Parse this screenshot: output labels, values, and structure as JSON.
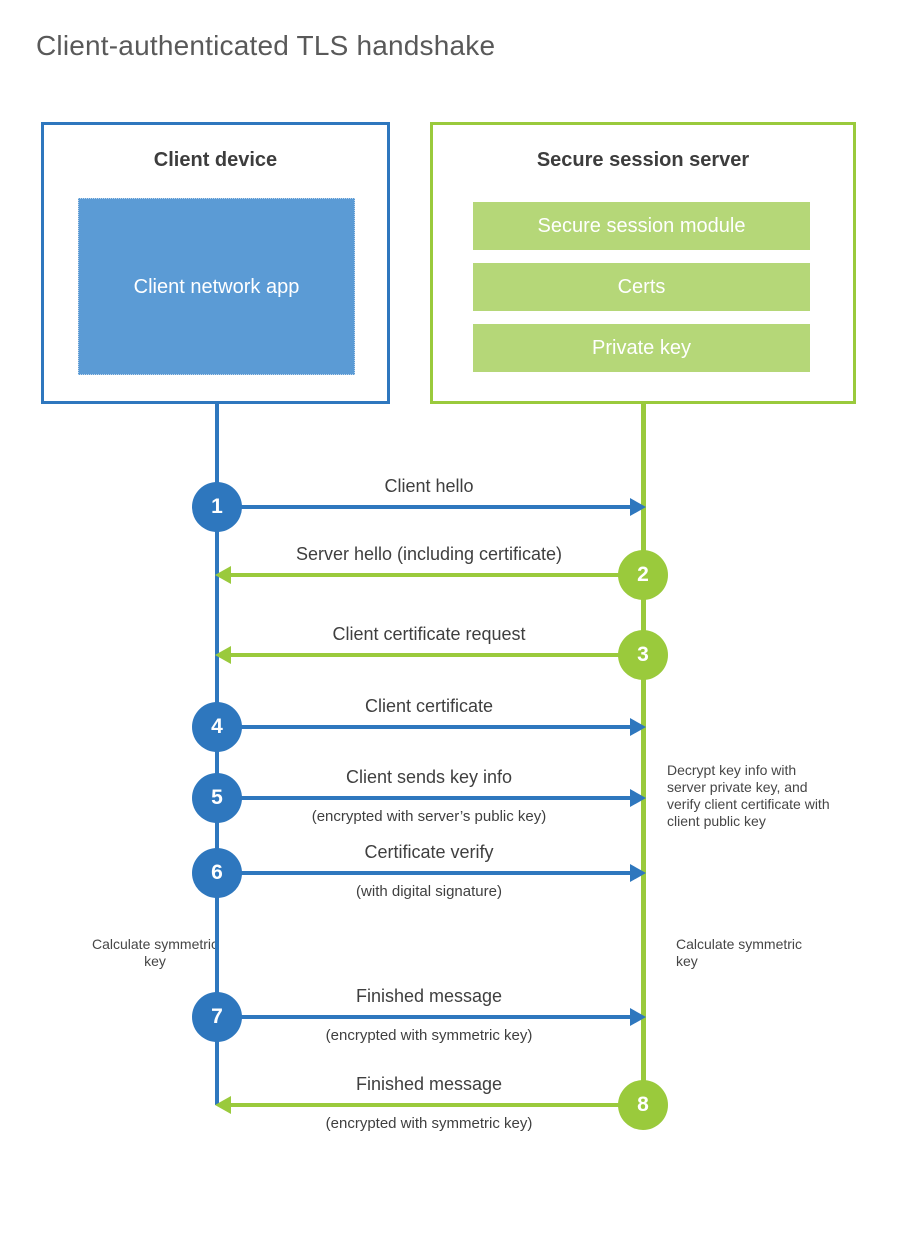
{
  "title": "Client-authenticated TLS handshake",
  "client": {
    "title": "Client device",
    "app_label": "Client network app"
  },
  "server": {
    "title": "Secure session server",
    "modules": [
      "Secure session module",
      "Certs",
      "Private key"
    ]
  },
  "steps": [
    {
      "num": "1",
      "dir": "right",
      "label": "Client hello",
      "sub": ""
    },
    {
      "num": "2",
      "dir": "left",
      "label": "Server hello (including certificate)",
      "sub": ""
    },
    {
      "num": "3",
      "dir": "left",
      "label": "Client certificate request",
      "sub": ""
    },
    {
      "num": "4",
      "dir": "right",
      "label": "Client certificate",
      "sub": ""
    },
    {
      "num": "5",
      "dir": "right",
      "label": "Client sends key info",
      "sub": "(encrypted with server’s public key)"
    },
    {
      "num": "6",
      "dir": "right",
      "label": "Certificate verify",
      "sub": "(with digital signature)"
    },
    {
      "num": "7",
      "dir": "right",
      "label": "Finished message",
      "sub": "(encrypted with symmetric key)"
    },
    {
      "num": "8",
      "dir": "left",
      "label": "Finished message",
      "sub": "(encrypted with symmetric key)"
    }
  ],
  "notes": {
    "decrypt_note": "Decrypt key info with server private key, and verify client certificate with client public key",
    "calc_left": "Calculate symmetric key",
    "calc_right": "Calculate symmetric key"
  },
  "colors": {
    "blue": "#2e77be",
    "blue_fill": "#5b9bd5",
    "green": "#9aca3c",
    "green_fill": "#b5d778",
    "title_gray": "#595959"
  }
}
